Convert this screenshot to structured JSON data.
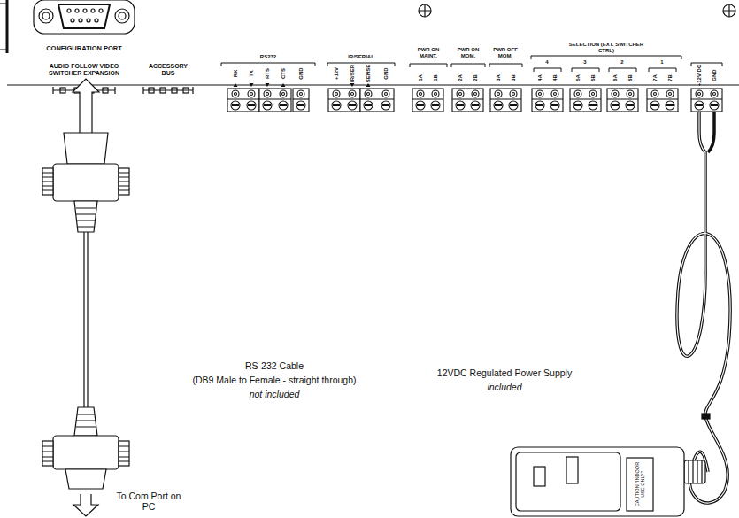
{
  "diagram": {
    "labels": [
      "CONFIGURATION PORT",
      "AUDIO FOLLOW VIDEO SWITCHER EXPANSION",
      "ACCESSORY BUS",
      "RS232",
      "RX",
      "TX",
      "RTS",
      "CTS",
      "GND",
      "IR/SERIAL",
      "+12V",
      "IR/SER",
      "SENSE",
      "GND",
      "PWR ON MAINT.",
      "1A",
      "1B",
      "PWR ON MOM.",
      "2A",
      "2B",
      "PWR OFF MOM.",
      "3A",
      "3B",
      "SELECTION (EXT. SWITCHER CTRL)",
      "4",
      "3",
      "2",
      "1",
      "4A",
      "4B",
      "5A",
      "5B",
      "6A",
      "6B",
      "7A",
      "7B",
      "+12V DC",
      "GND",
      "RS-232 Cable",
      "(DB9 Male to Female - straight through)",
      "not included",
      "12VDC Regulated Power Supply",
      "included",
      "To Com Port on PC",
      "CAUTION \"INDOOR USE ONLY\""
    ]
  }
}
